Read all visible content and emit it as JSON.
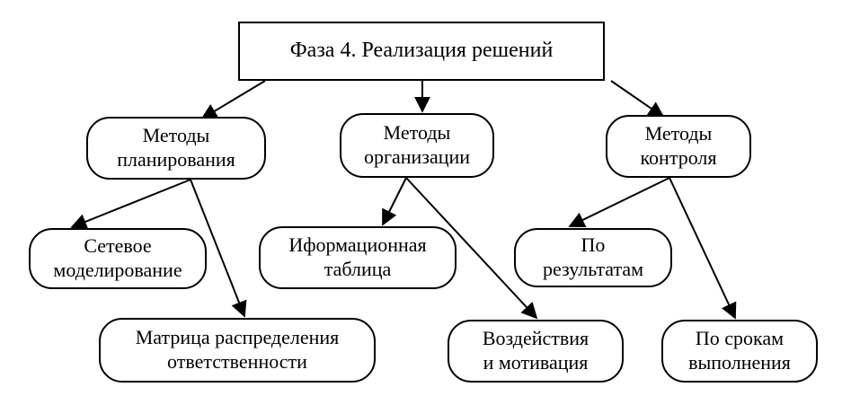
{
  "diagram": {
    "root": {
      "label": "Фаза 4. Реализация решений"
    },
    "methods": [
      {
        "label": "Методы\nпланирования",
        "children": [
          {
            "label": "Сетевое\nмоделирование"
          },
          {
            "label": "Матрица распределения\nответственности"
          }
        ]
      },
      {
        "label": "Методы\nорганизации",
        "children": [
          {
            "label": "Иформационная\nтаблица"
          },
          {
            "label": "Воздействия\nи мотивация"
          }
        ]
      },
      {
        "label": "Методы\nконтроля",
        "children": [
          {
            "label": "По\nрезультатам"
          },
          {
            "label": "По срокам\nвыполнения"
          }
        ]
      }
    ]
  }
}
